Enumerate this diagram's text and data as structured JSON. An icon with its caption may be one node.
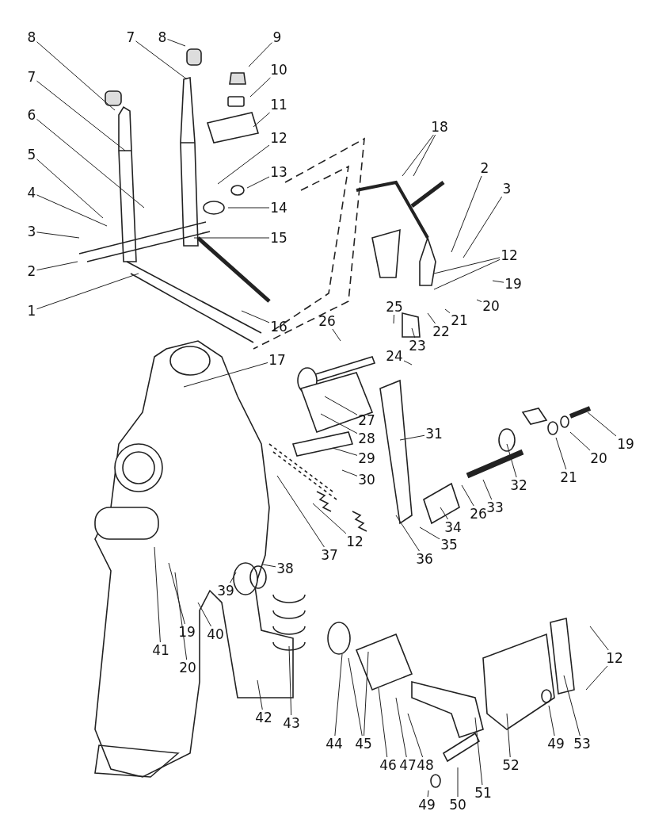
{
  "diagram": {
    "nodes": [
      {
        "text": [
          "8"
        ]
      },
      {
        "text": [
          "7"
        ]
      },
      {
        "text": [
          "8"
        ]
      },
      {
        "text": [
          "9"
        ]
      },
      {
        "text": [
          "7"
        ]
      },
      {
        "text": [
          "10"
        ]
      },
      {
        "text": [
          "6"
        ]
      },
      {
        "text": [
          "11"
        ]
      },
      {
        "text": [
          "5"
        ]
      },
      {
        "text": [
          "12"
        ]
      },
      {
        "text": [
          "4"
        ]
      },
      {
        "text": [
          "13"
        ]
      },
      {
        "text": [
          "3"
        ]
      },
      {
        "text": [
          "14"
        ]
      },
      {
        "text": [
          "15"
        ]
      },
      {
        "text": [
          "2"
        ]
      },
      {
        "text": [
          "1"
        ]
      },
      {
        "text": [
          "16"
        ]
      },
      {
        "text": [
          "18"
        ]
      },
      {
        "text": [
          "2"
        ]
      },
      {
        "text": [
          "3"
        ]
      },
      {
        "text": [
          "12"
        ]
      },
      {
        "text": [
          "19"
        ]
      },
      {
        "text": [
          "20"
        ]
      },
      {
        "text": [
          "21"
        ]
      },
      {
        "text": [
          "25"
        ]
      },
      {
        "text": [
          "22"
        ]
      },
      {
        "text": [
          "26"
        ]
      },
      {
        "text": [
          "23"
        ]
      },
      {
        "text": [
          "24"
        ]
      },
      {
        "text": [
          "17"
        ]
      },
      {
        "text": [
          "27"
        ]
      },
      {
        "text": [
          "28"
        ]
      },
      {
        "text": [
          "31"
        ]
      },
      {
        "text": [
          "29"
        ]
      },
      {
        "text": [
          "32"
        ]
      },
      {
        "text": [
          "19"
        ]
      },
      {
        "text": [
          "20"
        ]
      },
      {
        "text": [
          "21"
        ]
      },
      {
        "text": [
          "30"
        ]
      },
      {
        "text": [
          "33"
        ]
      },
      {
        "text": [
          "26"
        ]
      },
      {
        "text": [
          "34"
        ]
      },
      {
        "text": [
          "35"
        ]
      },
      {
        "text": [
          "36"
        ]
      },
      {
        "text": [
          "37"
        ]
      },
      {
        "text": [
          "12"
        ]
      },
      {
        "text": [
          "38"
        ]
      },
      {
        "text": [
          "39"
        ]
      },
      {
        "text": [
          "40"
        ]
      },
      {
        "text": [
          "41"
        ]
      },
      {
        "text": [
          "19"
        ]
      },
      {
        "text": [
          "20"
        ]
      },
      {
        "text": [
          "42"
        ]
      },
      {
        "text": [
          "43"
        ]
      },
      {
        "text": [
          "44"
        ]
      },
      {
        "text": [
          "45"
        ]
      },
      {
        "text": [
          "46"
        ]
      },
      {
        "text": [
          "47"
        ]
      },
      {
        "text": [
          "48"
        ]
      },
      {
        "text": [
          "49"
        ]
      },
      {
        "text": [
          "50"
        ]
      },
      {
        "text": [
          "51"
        ]
      },
      {
        "text": [
          "52"
        ]
      },
      {
        "text": [
          "49"
        ]
      },
      {
        "text": [
          "53"
        ]
      },
      {
        "text": [
          "12"
        ]
      }
    ],
    "edges": [
      {
        "from": 0,
        "to": null,
        "arrow": "none"
      },
      {
        "from": 1,
        "to": null,
        "arrow": "none"
      },
      {
        "from": 2,
        "to": null,
        "arrow": "none"
      },
      {
        "from": 3,
        "to": null,
        "arrow": "none"
      },
      {
        "from": 4,
        "to": null,
        "arrow": "none"
      },
      {
        "from": 5,
        "to": null,
        "arrow": "none"
      },
      {
        "from": 6,
        "to": null,
        "arrow": "none"
      },
      {
        "from": 7,
        "to": null,
        "arrow": "none"
      },
      {
        "from": 8,
        "to": null,
        "arrow": "none"
      },
      {
        "from": 9,
        "to": null,
        "arrow": "none"
      },
      {
        "from": 10,
        "to": null,
        "arrow": "none"
      },
      {
        "from": 11,
        "to": null,
        "arrow": "none"
      },
      {
        "from": 12,
        "to": null,
        "arrow": "none"
      },
      {
        "from": 13,
        "to": null,
        "arrow": "none"
      },
      {
        "from": 14,
        "to": null,
        "arrow": "none"
      },
      {
        "from": 15,
        "to": null,
        "arrow": "none"
      },
      {
        "from": 16,
        "to": null,
        "arrow": "none"
      },
      {
        "from": 17,
        "to": null,
        "arrow": "none"
      },
      {
        "from": 18,
        "to": null,
        "arrow": "none"
      },
      {
        "from": 18,
        "to": null,
        "arrow": "none"
      },
      {
        "from": 19,
        "to": null,
        "arrow": "none"
      },
      {
        "from": 20,
        "to": null,
        "arrow": "none"
      },
      {
        "from": 21,
        "to": null,
        "arrow": "none"
      },
      {
        "from": 21,
        "to": null,
        "arrow": "none"
      },
      {
        "from": 22,
        "to": null,
        "arrow": "none"
      },
      {
        "from": 23,
        "to": null,
        "arrow": "none"
      },
      {
        "from": 24,
        "to": null,
        "arrow": "none"
      },
      {
        "from": 25,
        "to": null,
        "arrow": "none"
      },
      {
        "from": 26,
        "to": null,
        "arrow": "none"
      },
      {
        "from": 27,
        "to": null,
        "arrow": "none"
      },
      {
        "from": 28,
        "to": null,
        "arrow": "none"
      },
      {
        "from": 29,
        "to": null,
        "arrow": "none"
      },
      {
        "from": 30,
        "to": null,
        "arrow": "none"
      },
      {
        "from": 31,
        "to": null,
        "arrow": "none"
      },
      {
        "from": 32,
        "to": null,
        "arrow": "none"
      },
      {
        "from": 33,
        "to": null,
        "arrow": "none"
      },
      {
        "from": 34,
        "to": null,
        "arrow": "none"
      },
      {
        "from": 35,
        "to": null,
        "arrow": "none"
      },
      {
        "from": 36,
        "to": null,
        "arrow": "none"
      },
      {
        "from": 37,
        "to": null,
        "arrow": "none"
      },
      {
        "from": 38,
        "to": null,
        "arrow": "none"
      },
      {
        "from": 39,
        "to": null,
        "arrow": "none"
      },
      {
        "from": 40,
        "to": null,
        "arrow": "none"
      },
      {
        "from": 41,
        "to": null,
        "arrow": "none"
      },
      {
        "from": 42,
        "to": null,
        "arrow": "none"
      },
      {
        "from": 43,
        "to": null,
        "arrow": "none"
      },
      {
        "from": 44,
        "to": null,
        "arrow": "none"
      },
      {
        "from": 45,
        "to": null,
        "arrow": "none"
      },
      {
        "from": 46,
        "to": null,
        "arrow": "none"
      },
      {
        "from": 47,
        "to": null,
        "arrow": "none"
      },
      {
        "from": 48,
        "to": null,
        "arrow": "none"
      },
      {
        "from": 49,
        "to": null,
        "arrow": "none"
      },
      {
        "from": 50,
        "to": null,
        "arrow": "none"
      },
      {
        "from": 51,
        "to": null,
        "arrow": "none"
      },
      {
        "from": 52,
        "to": null,
        "arrow": "none"
      },
      {
        "from": 53,
        "to": null,
        "arrow": "none"
      },
      {
        "from": 54,
        "to": null,
        "arrow": "none"
      },
      {
        "from": 55,
        "to": null,
        "arrow": "none"
      },
      {
        "from": 56,
        "to": null,
        "arrow": "none"
      },
      {
        "from": 56,
        "to": null,
        "arrow": "none"
      },
      {
        "from": 57,
        "to": null,
        "arrow": "none"
      },
      {
        "from": 58,
        "to": null,
        "arrow": "none"
      },
      {
        "from": 59,
        "to": null,
        "arrow": "none"
      },
      {
        "from": 60,
        "to": null,
        "arrow": "none"
      },
      {
        "from": 61,
        "to": null,
        "arrow": "none"
      },
      {
        "from": 62,
        "to": null,
        "arrow": "none"
      },
      {
        "from": 63,
        "to": null,
        "arrow": "none"
      },
      {
        "from": 64,
        "to": null,
        "arrow": "none"
      },
      {
        "from": 65,
        "to": null,
        "arrow": "none"
      },
      {
        "from": 66,
        "to": null,
        "arrow": "none"
      },
      {
        "from": 66,
        "to": null,
        "arrow": "none"
      }
    ]
  }
}
